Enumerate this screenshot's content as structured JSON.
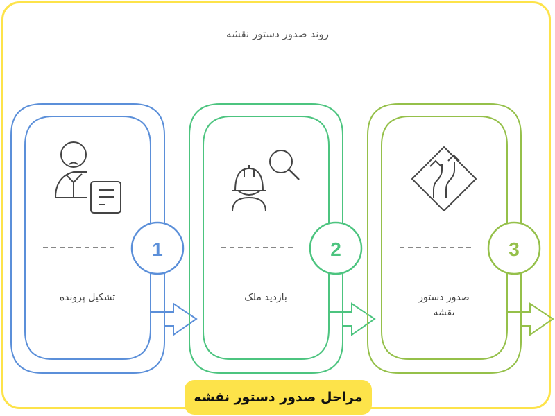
{
  "subtitle": "روند صدور دستور نقشه",
  "title": "مراحل صدور دستور نقشه",
  "stages": [
    {
      "number": "1",
      "label": "تشکیل پرونده",
      "icon": "person-document-icon",
      "color": "#5b8fd9"
    },
    {
      "number": "2",
      "label": "بازدید ملک",
      "icon": "inspector-search-icon",
      "color": "#4cc47f"
    },
    {
      "number": "3",
      "label": "صدور دستور نقشه",
      "icon": "road-sign-icon",
      "color": "#95c04a"
    }
  ]
}
